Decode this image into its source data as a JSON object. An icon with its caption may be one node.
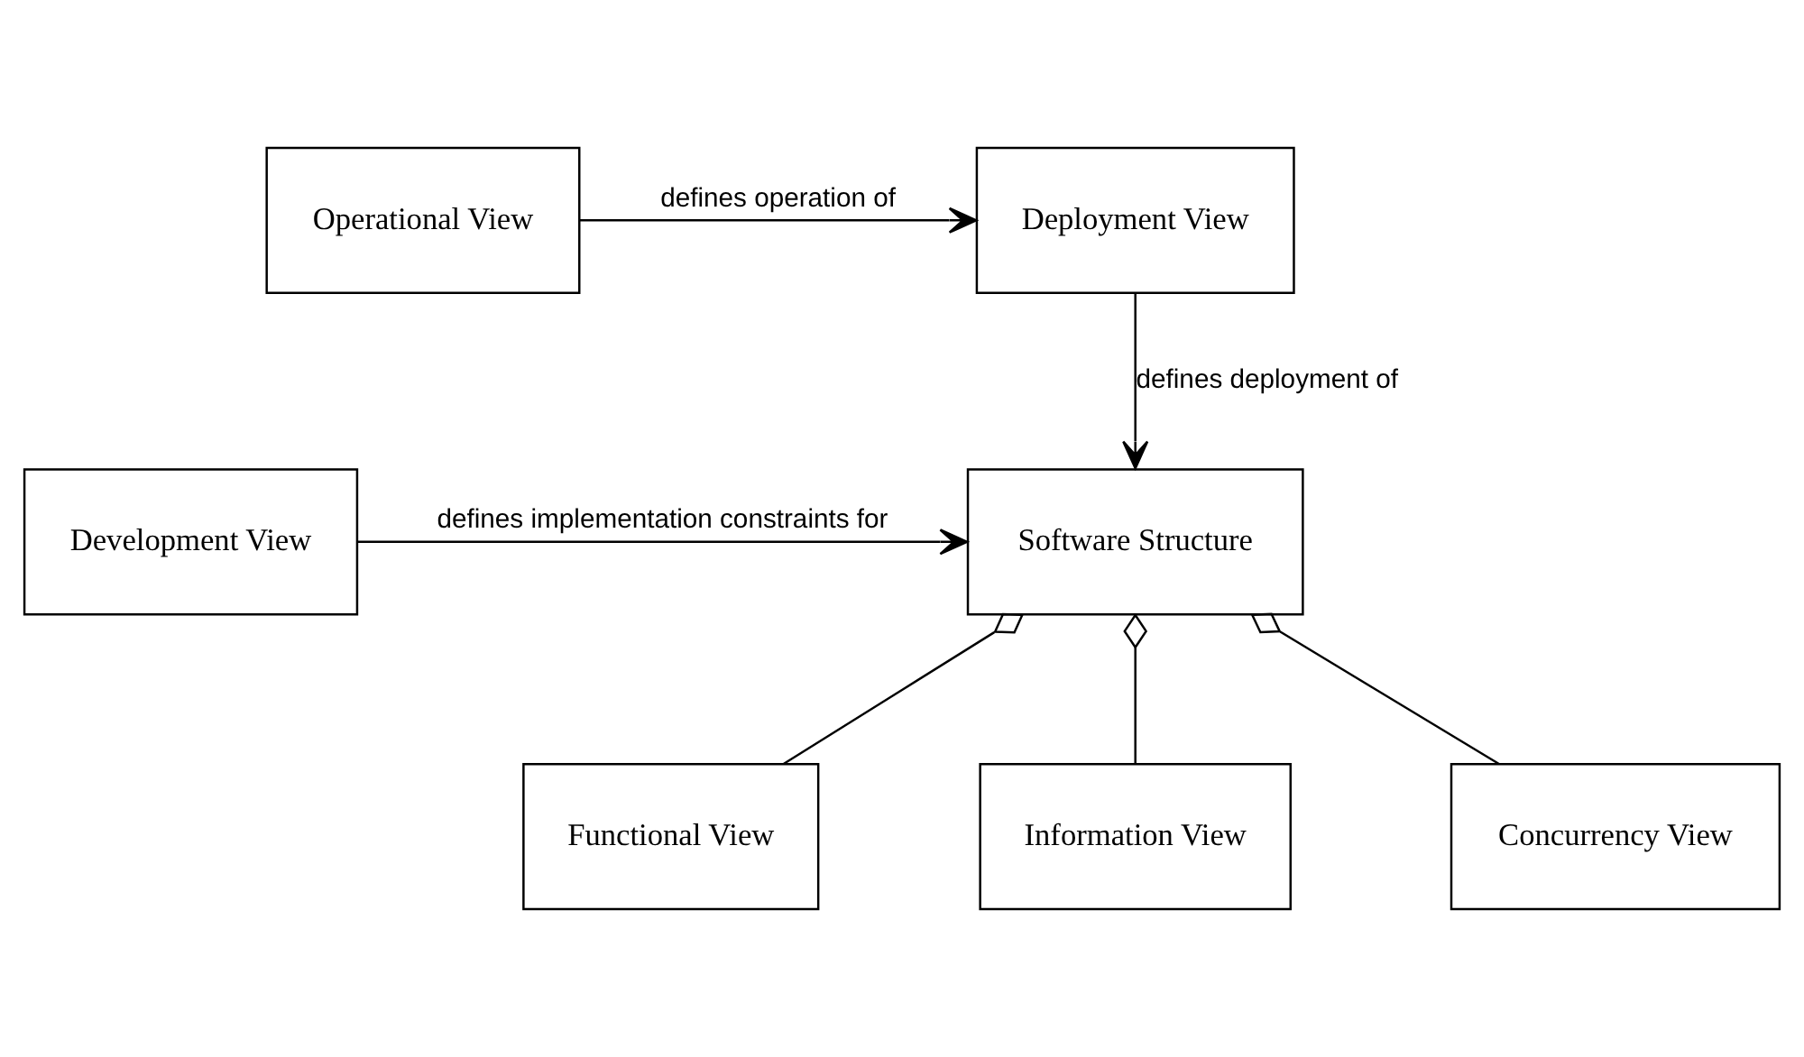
{
  "diagram": {
    "nodes": [
      {
        "text": [
          "Deployment View"
        ]
      },
      {
        "text": [
          "Operational View"
        ]
      },
      {
        "text": [
          "Software Structure"
        ]
      },
      {
        "text": [
          "Development View"
        ]
      },
      {
        "text": [
          "Functional View"
        ]
      },
      {
        "text": [
          "Information View"
        ]
      },
      {
        "text": [
          "Concurrency View"
        ]
      }
    ],
    "edges": [
      {
        "from": 1,
        "to": 0,
        "arrow": "to",
        "label": "defines operation of"
      },
      {
        "from": 0,
        "to": 2,
        "arrow": "to",
        "label": "defines deployment of"
      },
      {
        "from": 3,
        "to": 2,
        "arrow": "to",
        "label": "defines implementation constraints for"
      },
      {
        "from": 2,
        "to": 4,
        "arrow": "other"
      },
      {
        "from": 2,
        "to": 5,
        "arrow": "other"
      },
      {
        "from": 2,
        "to": 6,
        "arrow": "other"
      }
    ]
  }
}
